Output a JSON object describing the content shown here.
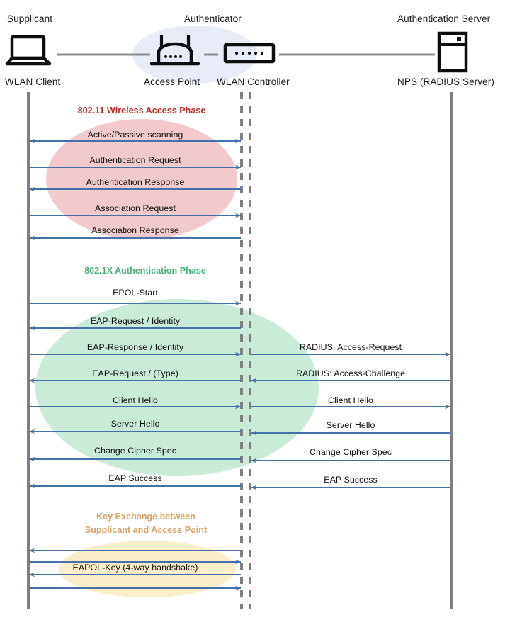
{
  "title": "802.1X / EAP WLAN authentication sequence diagram",
  "columns": {
    "left": {
      "role": "Supplicant",
      "device": "WLAN Client",
      "icon": "laptop-icon"
    },
    "middle_group": {
      "role": "Authenticator"
    },
    "middle_a": {
      "device": "Access Point",
      "icon": "access-point-icon"
    },
    "middle_b": {
      "device": "WLAN Controller",
      "icon": "wlan-controller-icon"
    },
    "right": {
      "role": "Authentication Server",
      "device": "NPS (RADIUS Server)",
      "icon": "server-icon"
    }
  },
  "colors": {
    "phase1_text": "#b9312c",
    "phase1_fill": "#f2c9cc",
    "phase2_text": "#4cb07c",
    "phase2_fill": "#c9ebd8",
    "phase3_text": "#d9a268",
    "phase3_fill": "#fbeecb",
    "arrow": "#4472a8",
    "lifeline": "#808080",
    "authenticator_fill": "#e8ecf7",
    "link": "#8c8c8c"
  },
  "phases": [
    {
      "name": "802.11 Wireless Access Phase",
      "lines": [
        "802.11 Wireless Access Phase"
      ],
      "color_key": "phase1"
    },
    {
      "name": "802.1X Authentication Phase",
      "lines": [
        "802.1X Authentication Phase"
      ],
      "color_key": "phase2"
    },
    {
      "name": "Key Exchange between Supplicant and Access Point",
      "lines": [
        "Key Exchange between",
        "Supplicant and Access Point"
      ],
      "color_key": "phase3"
    }
  ],
  "messages_left": [
    {
      "label": "Active/Passive scanning",
      "direction": "both"
    },
    {
      "label": "Authentication Request",
      "direction": "right"
    },
    {
      "label": "Authentication Response",
      "direction": "left"
    },
    {
      "label": "Association Request",
      "direction": "right"
    },
    {
      "label": "Association Response",
      "direction": "left"
    },
    {
      "label": "EPOL-Start",
      "direction": "right"
    },
    {
      "label": "EAP-Request / Identity",
      "direction": "left"
    },
    {
      "label": "EAP-Response / Identity",
      "direction": "right"
    },
    {
      "label": "EAP-Request / (Type)",
      "direction": "left"
    },
    {
      "label": "Client Hello",
      "direction": "right"
    },
    {
      "label": "Server Hello",
      "direction": "left"
    },
    {
      "label": "Change Cipher Spec",
      "direction": "left"
    },
    {
      "label": "EAP Success",
      "direction": "left"
    },
    {
      "label": "",
      "direction": "left"
    },
    {
      "label": "EAPOL-Key (4-way handshake)",
      "direction": "right"
    },
    {
      "label": "",
      "direction": "left"
    },
    {
      "label": "",
      "direction": "right"
    }
  ],
  "messages_right": [
    {
      "label": "RADIUS: Access-Request",
      "direction": "right"
    },
    {
      "label": "RADIUS: Access-Challenge",
      "direction": "left"
    },
    {
      "label": "Client Hello",
      "direction": "right"
    },
    {
      "label": "Server Hello",
      "direction": "left"
    },
    {
      "label": "Change Cipher Spec",
      "direction": "left"
    },
    {
      "label": "EAP Success",
      "direction": "left"
    }
  ]
}
